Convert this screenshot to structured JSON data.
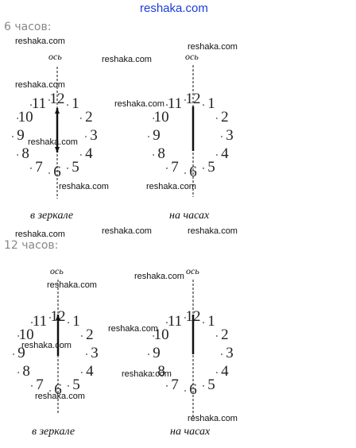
{
  "site_title": "reshaka.com",
  "sections": [
    {
      "header": "6 часов:",
      "axis_label": "ось",
      "caption_mirror": "в зеркале",
      "caption_clock": "на часах"
    },
    {
      "header": "12 часов:",
      "axis_label": "ось",
      "caption_mirror": "в зеркале",
      "caption_clock": "на часах"
    }
  ],
  "watermark": "reshaka.com",
  "clock_numbers": [
    "12",
    "1",
    "2",
    "3",
    "4",
    "5",
    "6",
    "7",
    "8",
    "9",
    "10",
    "11"
  ],
  "colors": {
    "site_title": "#1a3ad8",
    "ink": "#111111",
    "header": "#888888"
  }
}
